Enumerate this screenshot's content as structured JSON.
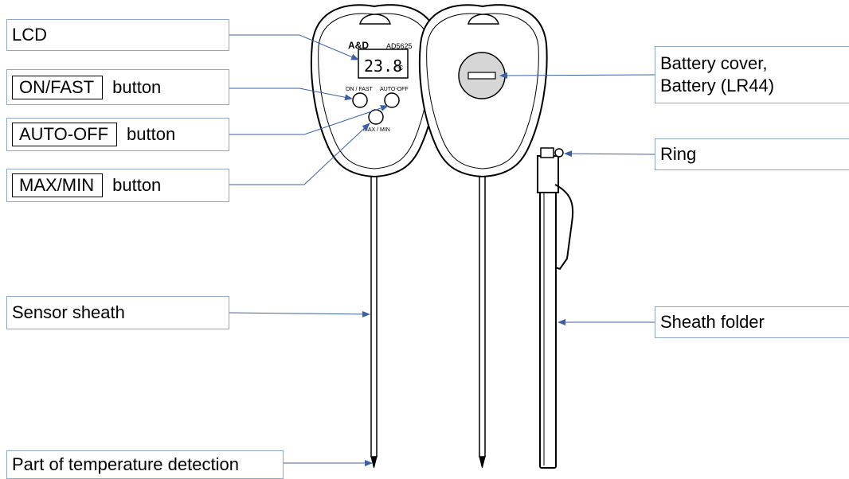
{
  "labels": {
    "lcd": "LCD",
    "on_fast_key": "ON/FAST",
    "on_fast_suffix": "button",
    "auto_off_key": "AUTO-OFF",
    "auto_off_suffix": "button",
    "max_min_key": "MAX/MIN",
    "max_min_suffix": "button",
    "sensor_sheath": "Sensor sheath",
    "temp_detection": "Part of temperature detection",
    "battery_line1": "Battery cover,",
    "battery_line2": "Battery (LR44)",
    "ring": "Ring",
    "sheath_folder": "Sheath folder"
  },
  "device": {
    "brand": "A&D",
    "model": "AD5625",
    "display_value": "23.8",
    "display_unit": "°C",
    "btn_on_fast": "ON / FAST",
    "btn_auto_off": "AUTO-OFF",
    "btn_max_min": "MAX / MIN"
  },
  "colors": {
    "callout_border": "#8ea7cf",
    "leader_line": "#3b5fa8",
    "battery_cover": "#d6d6d6"
  }
}
